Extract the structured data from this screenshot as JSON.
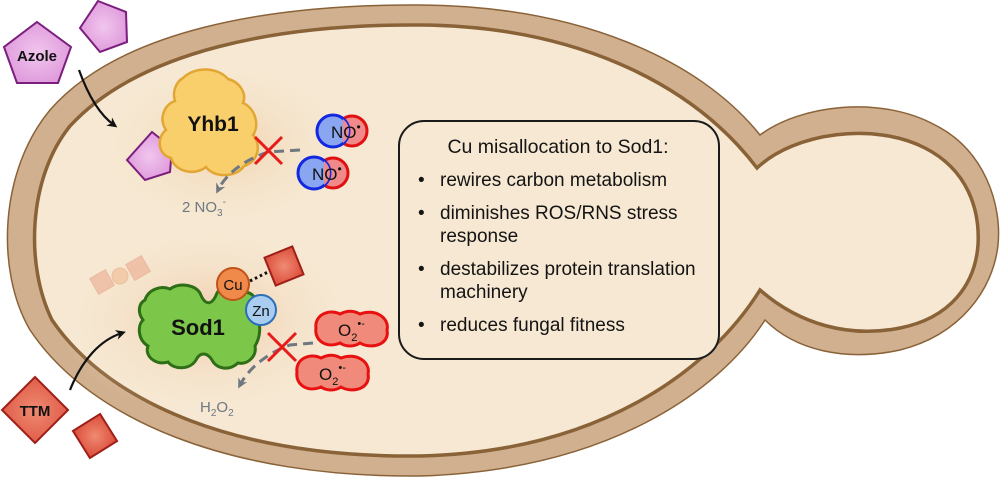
{
  "figure": {
    "type": "schematic",
    "subject": "yeast cell with budding daughter cell"
  },
  "colors": {
    "cell_wall": "#d1b08f",
    "cell_wall_outline": "#8a6238",
    "cytoplasm": "#f6e8d2",
    "azole_fill": "#e4a3e0",
    "azole_stroke": "#7a1f7d",
    "yhb1_fill": "#f8cf6b",
    "yhb1_stroke": "#e2a634",
    "sod1_fill": "#7cc64a",
    "sod1_stroke": "#2d6e16",
    "ttm_fill": "#e2614d",
    "ttm_stroke": "#a01e18",
    "cu_fill": "#f08a4a",
    "cu_stroke": "#c2521b",
    "zn_fill": "#a9cdf0",
    "zn_stroke": "#2a6fb8",
    "no_n_fill": "#8aa6f0",
    "no_n_stroke": "#1228e0",
    "no_o_fill": "#f08a8a",
    "no_o_stroke": "#e01010",
    "inhibit_x": "#e81a1a",
    "product_text": "#6f7780"
  },
  "labels": {
    "azole": "Azole",
    "ttm": "TTM",
    "yhb1": "Yhb1",
    "sod1": "Sod1",
    "cu": "Cu",
    "zn": "Zn",
    "no_radical": "NO",
    "no_radical_dot": "•",
    "nitrate_coef": "2 NO",
    "nitrate_sub": "3",
    "nitrate_sup": "-",
    "superoxide": "O",
    "superoxide_sub": "2",
    "superoxide_sup": "•-",
    "peroxide_h": "H",
    "peroxide_sub1": "2",
    "peroxide_o": "O",
    "peroxide_sub2": "2"
  },
  "summary_box": {
    "title": "Cu misallocation to Sod1:",
    "bullet": "•",
    "items": [
      "rewires carbon metabolism",
      "diminishes ROS/RNS stress response",
      "destabilizes protein translation machinery",
      "reduces fungal fitness"
    ]
  }
}
